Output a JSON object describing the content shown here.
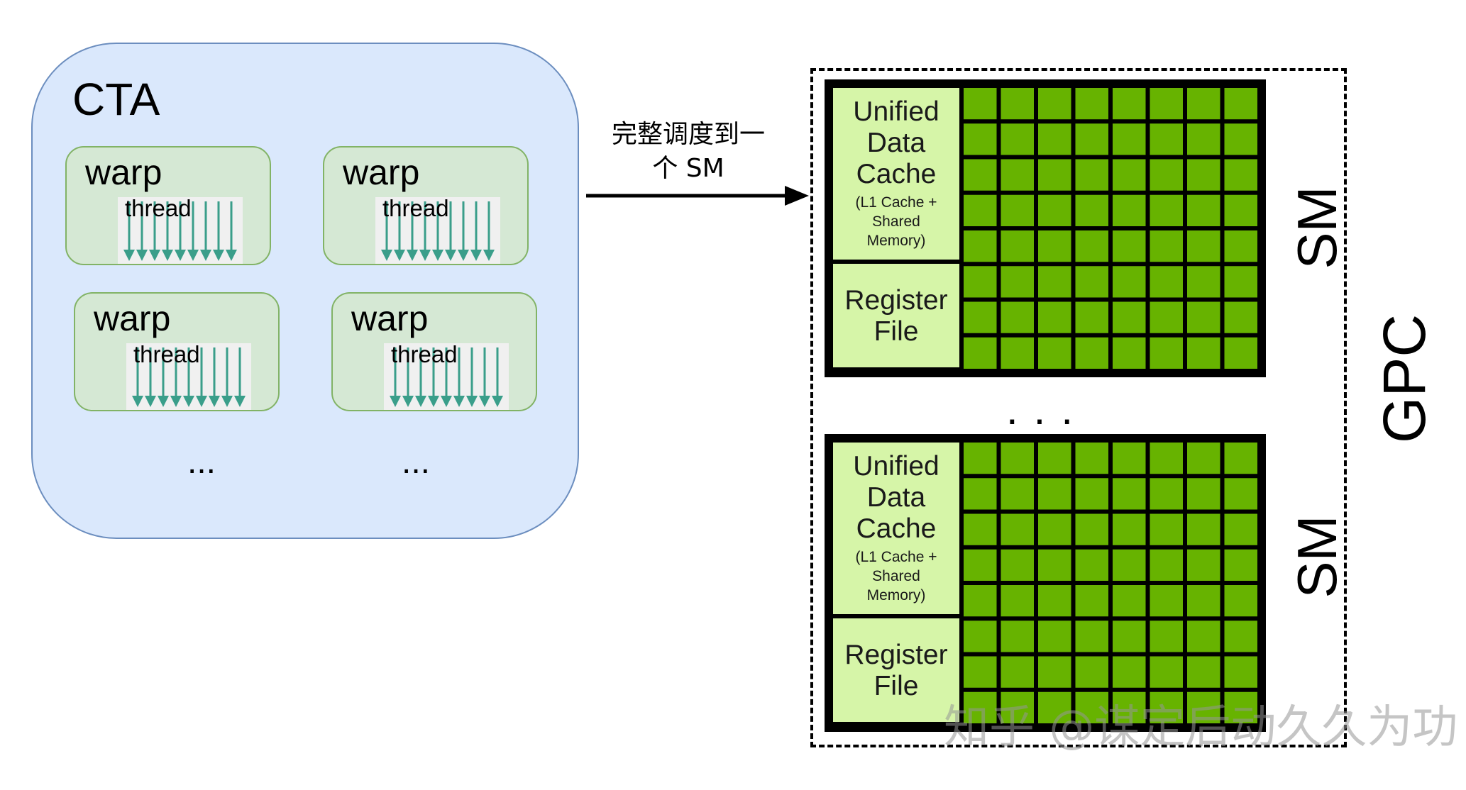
{
  "cta": {
    "title": "CTA",
    "warps": [
      {
        "label": "warp",
        "thread_label": "thread"
      },
      {
        "label": "warp",
        "thread_label": "thread"
      },
      {
        "label": "warp",
        "thread_label": "thread"
      },
      {
        "label": "warp",
        "thread_label": "thread"
      }
    ],
    "ellipsis_left": "...",
    "ellipsis_right": "..."
  },
  "arrow": {
    "label_line1": "完整调度到一",
    "label_line2": "个 SM"
  },
  "gpc": {
    "label": "GPC",
    "ellipsis": "...",
    "sms": [
      {
        "label": "SM",
        "cache_lines": [
          "Unified",
          "Data",
          "Cache"
        ],
        "cache_sub": [
          "(L1 Cache +",
          "Shared",
          "Memory)"
        ],
        "register_lines": [
          "Register",
          "File"
        ]
      },
      {
        "label": "SM",
        "cache_lines": [
          "Unified",
          "Data",
          "Cache"
        ],
        "cache_sub": [
          "(L1 Cache +",
          "Shared",
          "Memory)"
        ],
        "register_lines": [
          "Register",
          "File"
        ]
      }
    ]
  },
  "watermark": "知乎 @谋定后动久久为功",
  "colors": {
    "cta_fill": "#dae8fc",
    "cta_stroke": "#6c8ebf",
    "warp_fill": "#d5e8d4",
    "warp_stroke": "#82b366",
    "thread_arrow": "#3a9e8a",
    "core_green": "#67b300",
    "cache_green": "#d6f5a8"
  }
}
